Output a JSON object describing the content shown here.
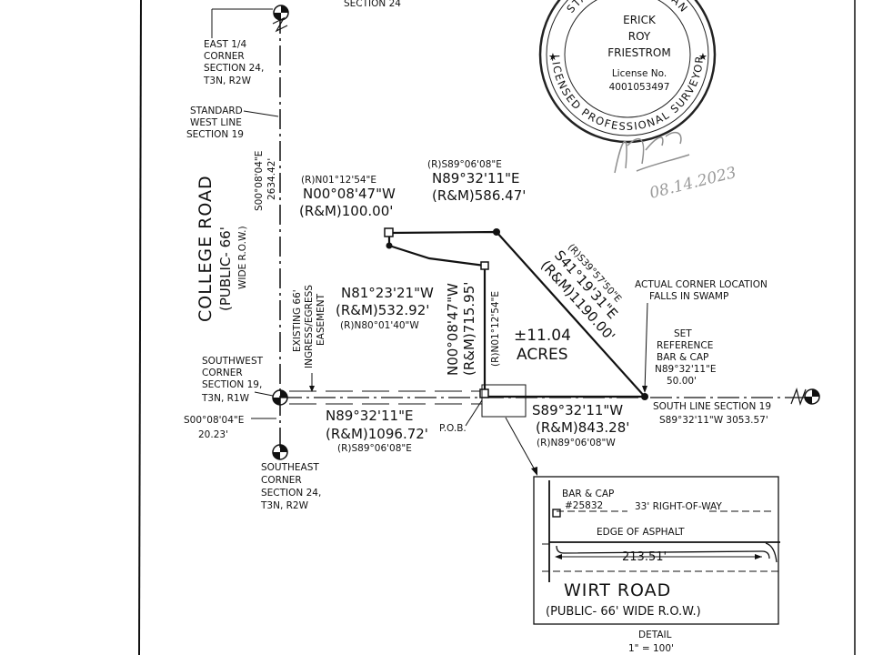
{
  "header": {
    "section_label": "SECTION 24"
  },
  "seal": {
    "top_ring": "STATE OF MICHIGAN",
    "bottom_ring": "LICENSED PROFESSIONAL SURVEYOR",
    "name": [
      "ERICK",
      "ROY",
      "FRIESTROM"
    ],
    "license_label": "License No.",
    "license_no": "4001053497",
    "signature": "Erick Friestrom",
    "signature_date": "08.14.2023"
  },
  "corners": {
    "east_quarter": [
      "EAST 1/4",
      "CORNER",
      "SECTION 24,",
      "T3N, R2W"
    ],
    "standard_west": [
      "STANDARD",
      "WEST LINE",
      "SECTION 19"
    ],
    "southwest": [
      "SOUTHWEST",
      "CORNER",
      "SECTION 19,",
      "T3N, R1W"
    ],
    "southeast": [
      "SOUTHEAST",
      "CORNER",
      "SECTION 24,",
      "T3N, R2W"
    ]
  },
  "west_line": {
    "bearing": "S00°08'04\"E",
    "distance": "2634.42'"
  },
  "college_road": {
    "name": "COLLEGE ROAD",
    "sub1": "(PUBLIC- 66'",
    "sub2": "WIDE R.O.W.)"
  },
  "easement": [
    "EXISTING 66'",
    "INGRESS/EGRESS",
    "EASEMENT"
  ],
  "tie_south": {
    "bearing": "S00°08'04\"E",
    "distance": "20.23'"
  },
  "courses": {
    "west_small": {
      "record": "(R)N01°12'54\"E",
      "bearing": "N00°08'47\"W",
      "distance": "(R&M)100.00'"
    },
    "north": {
      "record": "(R)S89°06'08\"E",
      "bearing": "N89°32'11\"E",
      "distance": "(R&M)586.47'"
    },
    "diag_w": {
      "bearing": "N81°23'21\"W",
      "distance": "(R&M)532.92'",
      "record": "(R)N80°01'40\"W"
    },
    "vert": {
      "bearing": "N00°08'47\"W",
      "distance": "(R&M)715.95'",
      "record": "(R)N01°12'54\"E"
    },
    "diag_e": {
      "record": "(R)S39°57'50\"E",
      "bearing": "S41°19'31\"E",
      "distance": "(R&M)1190.00'"
    },
    "south_w": {
      "bearing": "N89°32'11\"E",
      "distance": "(R&M)1096.72'",
      "record": "(R)S89°06'08\"E"
    },
    "south_e": {
      "bearing": "S89°32'11\"W",
      "distance": "(R&M)843.28'",
      "record": "(R)N89°06'08\"W"
    }
  },
  "acreage": {
    "value": "±11.04",
    "unit": "ACRES"
  },
  "pob": "P.O.B.",
  "actual_corner": [
    "ACTUAL CORNER LOCATION",
    "FALLS IN SWAMP"
  ],
  "set_reference": [
    "SET",
    "REFERENCE",
    "BAR & CAP",
    "N89°32'11\"E",
    "50.00'"
  ],
  "south_line": {
    "label": "SOUTH LINE SECTION 19",
    "bearing": "S89°32'11\"W 3053.57'"
  },
  "detail": {
    "bar_cap": "BAR & CAP",
    "bar_no": "#25832",
    "row": "33' RIGHT-OF-WAY",
    "asphalt": "EDGE OF ASPHALT",
    "distance": "213.51'",
    "road_name": "WIRT ROAD",
    "road_sub": "(PUBLIC- 66' WIDE R.O.W.)",
    "title": "DETAIL",
    "scale": "1\" = 100'"
  }
}
